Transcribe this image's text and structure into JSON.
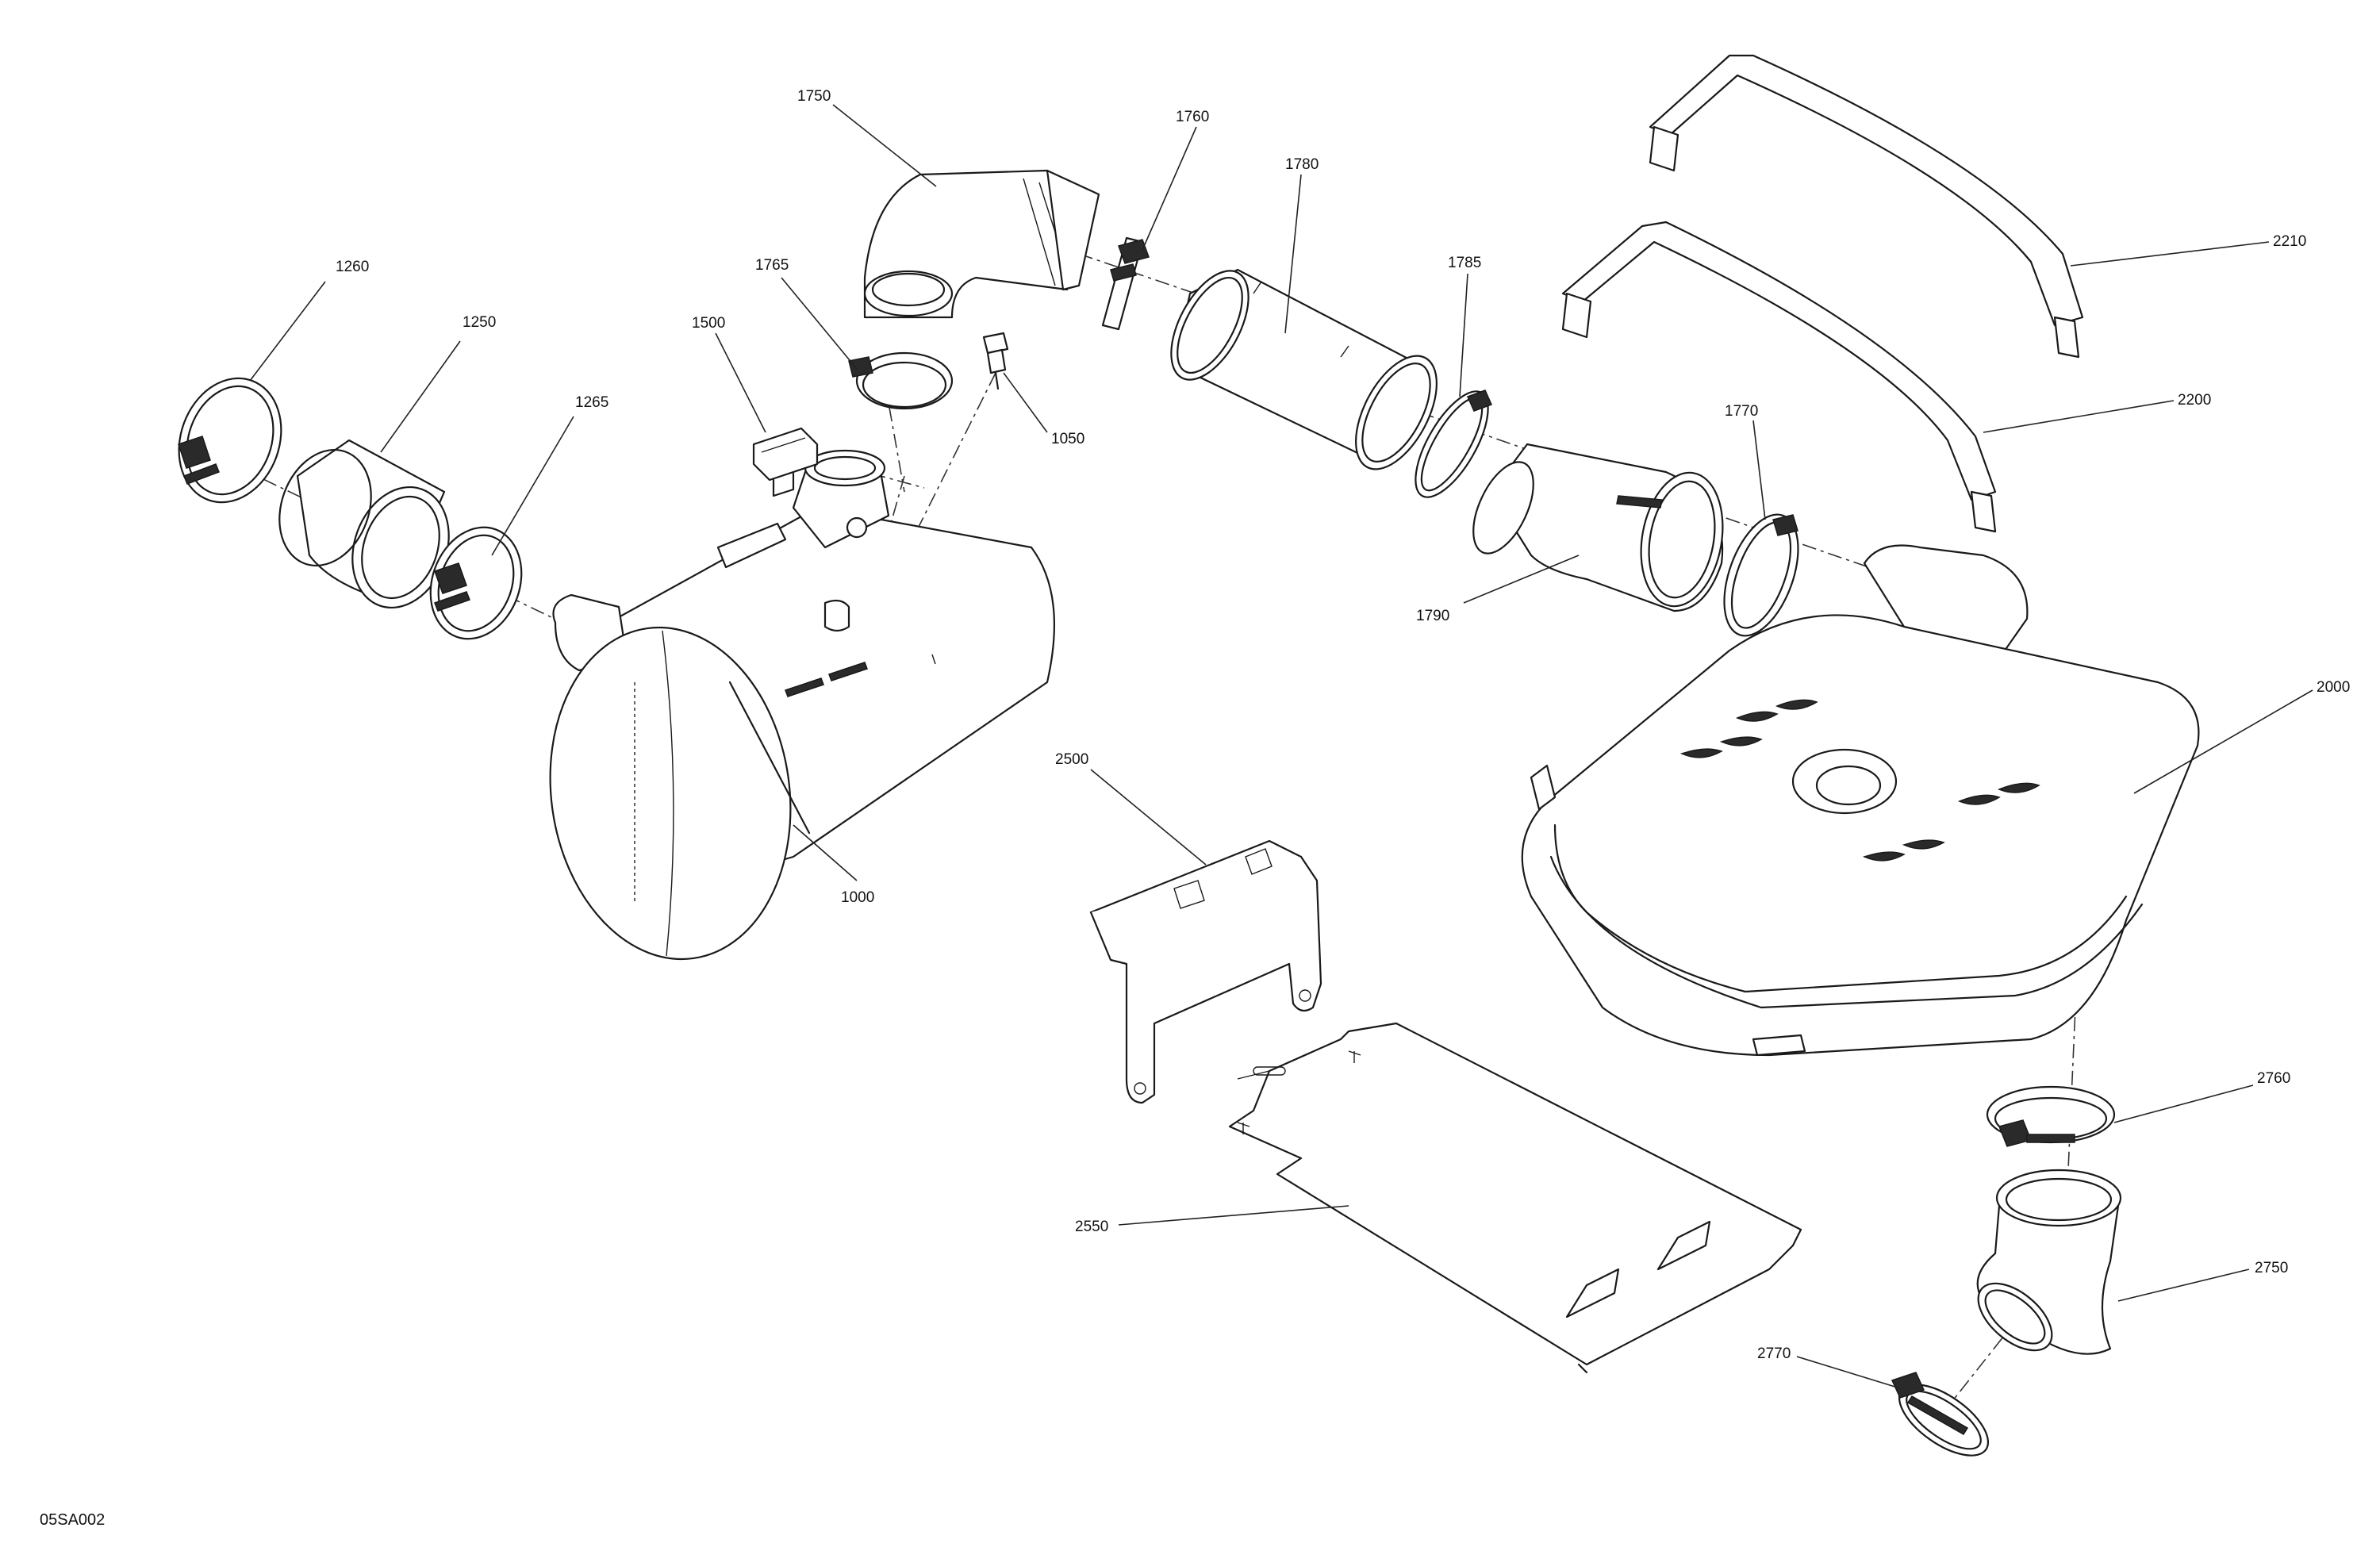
{
  "reference_code": "05SA002",
  "callouts": [
    {
      "id": "c1750",
      "label": "1750"
    },
    {
      "id": "c1760",
      "label": "1760"
    },
    {
      "id": "c1780",
      "label": "1780"
    },
    {
      "id": "c1765",
      "label": "1765"
    },
    {
      "id": "c1785",
      "label": "1785"
    },
    {
      "id": "c1260",
      "label": "1260"
    },
    {
      "id": "c1250",
      "label": "1250"
    },
    {
      "id": "c1500",
      "label": "1500"
    },
    {
      "id": "c1050",
      "label": "1050"
    },
    {
      "id": "c1265",
      "label": "1265"
    },
    {
      "id": "c1770",
      "label": "1770"
    },
    {
      "id": "c1790",
      "label": "1790"
    },
    {
      "id": "c2210",
      "label": "2210"
    },
    {
      "id": "c2200",
      "label": "2200"
    },
    {
      "id": "c2000",
      "label": "2000"
    },
    {
      "id": "c1000",
      "label": "1000"
    },
    {
      "id": "c2500",
      "label": "2500"
    },
    {
      "id": "c2760",
      "label": "2760"
    },
    {
      "id": "c2550",
      "label": "2550"
    },
    {
      "id": "c2750",
      "label": "2750"
    },
    {
      "id": "c2770",
      "label": "2770"
    }
  ]
}
